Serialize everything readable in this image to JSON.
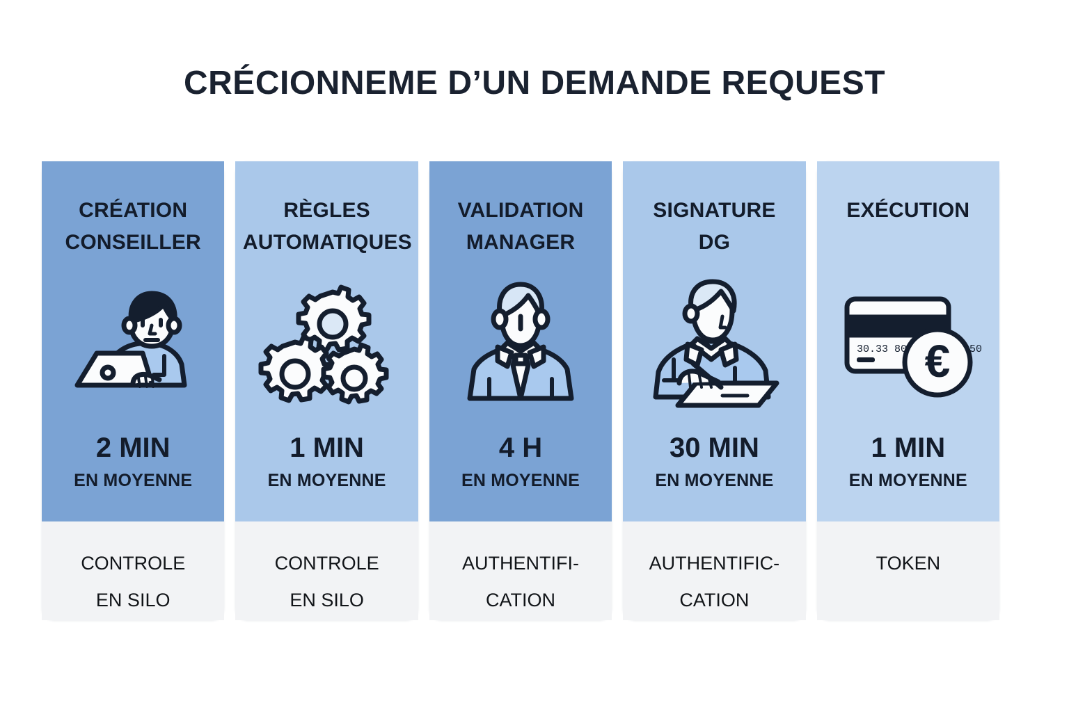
{
  "page": {
    "title": "CRÉCIONNEME D’UN DEMANDE REQUEST",
    "background_color": "#ffffff",
    "title_color": "#1a2230",
    "footer_background": "#f2f3f5"
  },
  "cards": [
    {
      "title": "CRÉATION\nCONSEILLER",
      "title_line1": "CRÉATION",
      "title_line2": "CONSEILLER",
      "icon": "person-at-laptop-icon",
      "duration": "2 MIN",
      "duration_note": "EN MOYENNE",
      "footer": "CONTROLE\nEN SILO",
      "color": "#7ba3d4"
    },
    {
      "title": "RÈGLES\nAUTOMATIQUES",
      "title_line1": "RÈGLES",
      "title_line2": "AUTOMATIQUES",
      "icon": "gears-icon",
      "duration": "1 MIN",
      "duration_note": "EN MOYENNE",
      "footer": "CONTROLE\nEN SILO",
      "color": "#aac8ea"
    },
    {
      "title": "VALIDATION\nMANAGER",
      "title_line1": "VALIDATION",
      "title_line2": "MANAGER",
      "icon": "manager-person-icon",
      "duration": "4 H",
      "duration_note": "EN MOYENNE",
      "footer": "AUTHENTIFI-\nCATION",
      "color": "#7ba3d4"
    },
    {
      "title": "SIGNATURE\nDG",
      "title_line1": "SIGNATURE",
      "title_line2": "DG",
      "icon": "person-signing-icon",
      "duration": "30 MIN",
      "duration_note": "EN MOYENNE",
      "footer": "AUTHENTIFIC-\nCATION",
      "color": "#aac8ea"
    },
    {
      "title": "EXÉCUTION",
      "title_line1": "EXÉCUTION",
      "title_line2": "",
      "icon": "credit-card-euro-icon",
      "duration": "1 MIN",
      "duration_note": "EN MOYENNE",
      "footer": "TOKEN",
      "color": "#bcd4ef"
    }
  ],
  "icons": {
    "credit_card_number": "30.33  8070  2000-3450",
    "euro_symbol": "€"
  }
}
